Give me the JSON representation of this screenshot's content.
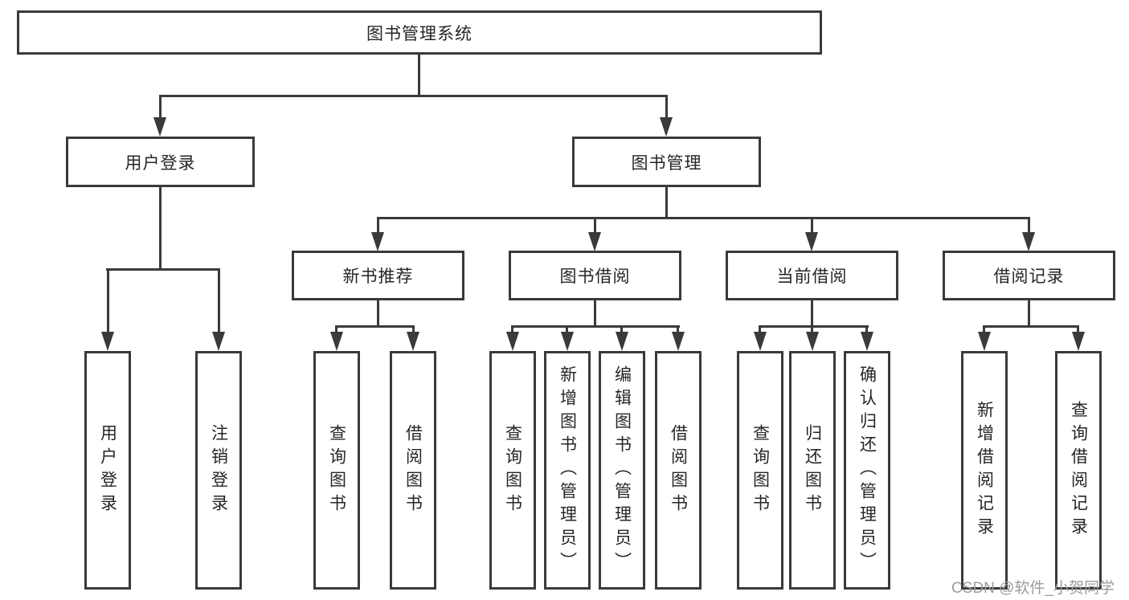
{
  "diagram": {
    "root": {
      "label": "图书管理系统"
    },
    "level2": [
      {
        "label": "用户登录"
      },
      {
        "label": "图书管理"
      }
    ],
    "level3": [
      {
        "label": "新书推荐"
      },
      {
        "label": "图书借阅"
      },
      {
        "label": "当前借阅"
      },
      {
        "label": "借阅记录"
      }
    ],
    "leaves": [
      {
        "label": "用户登录"
      },
      {
        "label": "注销登录"
      },
      {
        "label": "查询图书"
      },
      {
        "label": "借阅图书"
      },
      {
        "label": "查询图书"
      },
      {
        "label": "新增图书（管理员）"
      },
      {
        "label": "编辑图书（管理员）"
      },
      {
        "label": "借阅图书"
      },
      {
        "label": "查询图书"
      },
      {
        "label": "归还图书"
      },
      {
        "label": "确认归还（管理员）"
      },
      {
        "label": "新增借阅记录"
      },
      {
        "label": "查询借阅记录"
      }
    ]
  },
  "watermark": {
    "text": "CSDN @软件_小贺同学"
  },
  "colors": {
    "line": "#3a3a3a",
    "text": "#262626",
    "background": "#ffffff",
    "watermark": "#9b9ca0"
  }
}
